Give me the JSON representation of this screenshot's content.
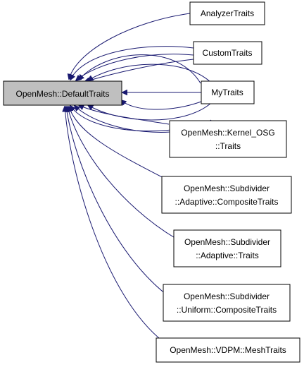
{
  "diagram": {
    "nodes": {
      "default_traits": {
        "lines": [
          "OpenMesh::DefaultTraits"
        ],
        "fill": "#bfbfbf"
      },
      "analyzer_traits": {
        "lines": [
          "AnalyzerTraits"
        ],
        "fill": "#ffffff"
      },
      "custom_traits": {
        "lines": [
          "CustomTraits"
        ],
        "fill": "#ffffff"
      },
      "my_traits": {
        "lines": [
          "MyTraits"
        ],
        "fill": "#ffffff"
      },
      "kernel_osg_traits": {
        "lines": [
          "OpenMesh::Kernel_OSG",
          "::Traits"
        ],
        "fill": "#ffffff"
      },
      "adaptive_composite_traits": {
        "lines": [
          "OpenMesh::Subdivider",
          "::Adaptive::CompositeTraits"
        ],
        "fill": "#ffffff"
      },
      "adaptive_traits": {
        "lines": [
          "OpenMesh::Subdivider",
          "::Adaptive::Traits"
        ],
        "fill": "#ffffff"
      },
      "uniform_composite_traits": {
        "lines": [
          "OpenMesh::Subdivider",
          "::Uniform::CompositeTraits"
        ],
        "fill": "#ffffff"
      },
      "vdpm_mesh_traits": {
        "lines": [
          "OpenMesh::VDPM::MeshTraits"
        ],
        "fill": "#ffffff"
      }
    },
    "edge_color": "#191970"
  }
}
